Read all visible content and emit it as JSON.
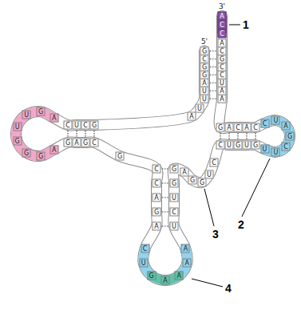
{
  "diagram": {
    "labels": [
      "5'",
      "G",
      "C",
      "G",
      "G",
      "A",
      "U",
      "U",
      "U",
      "A",
      "G",
      "C",
      "U",
      "C",
      "A",
      "G",
      "U",
      "U",
      "G",
      "G",
      "G",
      "A",
      "G",
      "A",
      "G",
      "C",
      "G",
      "C",
      "C",
      "A",
      "G",
      "A",
      "C",
      "U",
      "G",
      "A",
      "A",
      "A",
      "A",
      "U",
      "C",
      "U",
      "G",
      "G",
      "A",
      "G",
      "G",
      "U",
      "C",
      "C",
      "U",
      "G",
      "U",
      "G",
      "U",
      "U",
      "C",
      "G",
      "A",
      "U",
      "C",
      "C",
      "A",
      "C",
      "A",
      "G",
      "A",
      "A",
      "U",
      "C",
      "C",
      "G",
      "C",
      "A",
      "C",
      "C",
      "A",
      "3'",
      "1",
      "2",
      "3",
      "4"
    ]
  }
}
